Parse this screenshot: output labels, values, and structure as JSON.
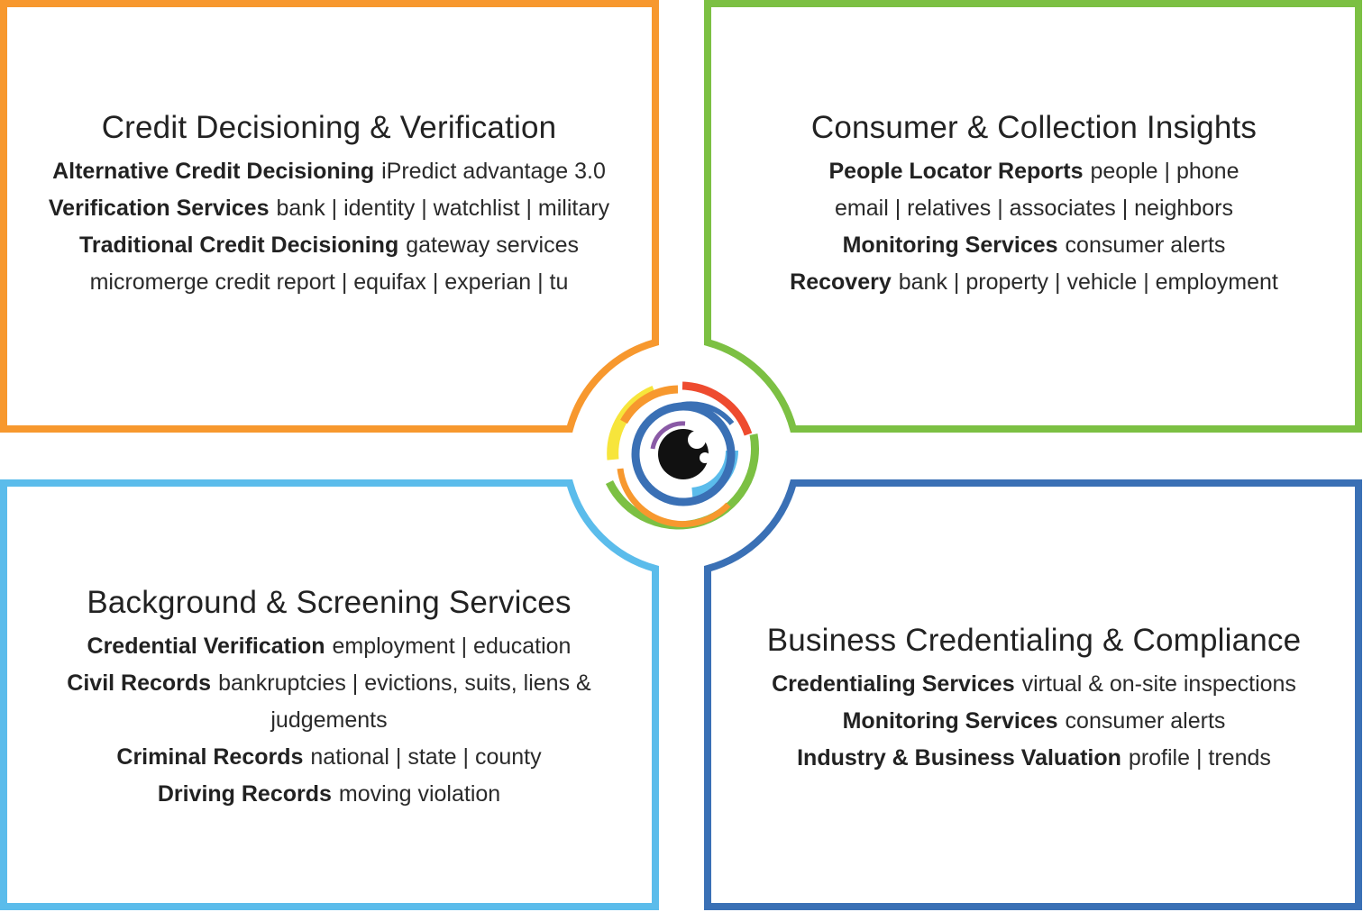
{
  "colors": {
    "orange": "#F7982E",
    "green": "#7CC043",
    "light_blue": "#5BBCEB",
    "dark_blue": "#3A70B5",
    "red": "#EE4B2F",
    "yellow": "#F7E53B",
    "purple": "#8A5AA6",
    "pupil": "#111111"
  },
  "icons": {
    "center": "eye-target-icon"
  },
  "quadrants": [
    {
      "title": "Credit Decisioning & Verification",
      "lines": [
        {
          "bold": "Alternative Credit Decisioning",
          "rest": "iPredict advantage 3.0"
        },
        {
          "bold": "Verification Services",
          "rest": "bank | identity | watchlist | military"
        },
        {
          "bold": "Traditional Credit Decisioning",
          "rest": "gateway services"
        },
        {
          "bold": "",
          "rest": "micromerge credit report | equifax | experian | tu"
        }
      ]
    },
    {
      "title": "Consumer & Collection Insights",
      "lines": [
        {
          "bold": "People Locator Reports",
          "rest": "people | phone"
        },
        {
          "bold": "",
          "rest": "email | relatives | associates | neighbors"
        },
        {
          "bold": "Monitoring Services",
          "rest": "consumer alerts"
        },
        {
          "bold": "Recovery",
          "rest": "bank | property | vehicle | employment"
        }
      ]
    },
    {
      "title": "Background & Screening Services",
      "lines": [
        {
          "bold": "Credential Verification",
          "rest": "employment | education"
        },
        {
          "bold": "Civil Records",
          "rest": "bankruptcies | evictions, suits, liens & judgements"
        },
        {
          "bold": "Criminal Records",
          "rest": "national | state | county"
        },
        {
          "bold": "Driving Records",
          "rest": "moving violation"
        }
      ]
    },
    {
      "title": "Business Credentialing & Compliance",
      "lines": [
        {
          "bold": "Credentialing Services",
          "rest": "virtual & on-site inspections"
        },
        {
          "bold": "Monitoring Services",
          "rest": "consumer alerts"
        },
        {
          "bold": "Industry & Business Valuation",
          "rest": "profile | trends"
        }
      ]
    }
  ]
}
